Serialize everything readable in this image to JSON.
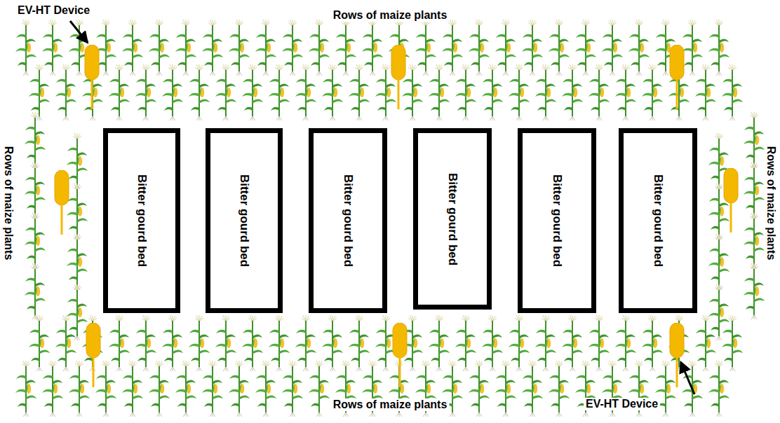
{
  "diagram": {
    "nodes": [
      {
        "text": [
          "Bitter gourd bed"
        ]
      },
      {
        "text": [
          "Bitter gourd bed"
        ]
      },
      {
        "text": [
          "Bitter gourd bed"
        ]
      },
      {
        "text": [
          "Bitter gourd bed"
        ]
      },
      {
        "text": [
          "Bitter gourd bed"
        ]
      },
      {
        "text": [
          "Bitter gourd bed"
        ]
      }
    ],
    "labels": [
      "EV-HT Device",
      "Rows of maize plants",
      "Rows of maize plants",
      "Rows of maize plants",
      "Rows of maize plants",
      "EV-HT Device"
    ]
  }
}
